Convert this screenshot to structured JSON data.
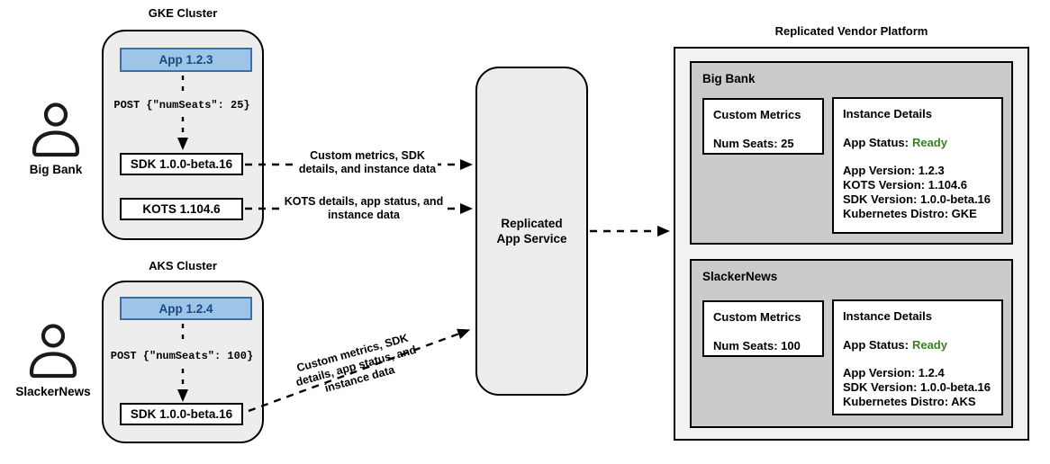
{
  "colors": {
    "app_fill": "#9ec4e7",
    "app_border": "#3a70a8",
    "app_text": "#15497f",
    "cluster_fill": "#ededed",
    "platform_fill": "#f2f2f2",
    "customer_fill": "#cbcbcb",
    "ready_green": "#38811f"
  },
  "gke": {
    "title": "GKE Cluster",
    "app": "App 1.2.3",
    "post": "POST {\"numSeats\": 25}",
    "sdk": "SDK 1.0.0-beta.16",
    "kots": "KOTS 1.104.6",
    "user": "Big Bank"
  },
  "aks": {
    "title": "AKS Cluster",
    "app": "App 1.2.4",
    "post": "POST {\"numSeats\": 100}",
    "sdk": "SDK 1.0.0-beta.16",
    "user": "SlackerNews"
  },
  "service": {
    "lines": [
      "Replicated",
      "App Service"
    ]
  },
  "arrows": {
    "a1": {
      "lines": [
        "Custom metrics, SDK",
        "details, and instance data"
      ]
    },
    "a2": {
      "lines": [
        "KOTS details, app status, and",
        "instance data"
      ]
    },
    "a3": {
      "lines": [
        "Custom metrics, SDK",
        "details, app status, and",
        "instance data"
      ]
    }
  },
  "platform": {
    "title": "Replicated Vendor Platform",
    "customers": [
      {
        "name": "Big Bank",
        "metrics_title": "Custom Metrics",
        "metrics_value": "Num Seats: 25",
        "details_title": "Instance Details",
        "status_label": "App Status:",
        "status_value": "Ready",
        "lines": [
          "App Version: 1.2.3",
          "KOTS Version: 1.104.6",
          "SDK Version: 1.0.0-beta.16",
          "Kubernetes Distro: GKE"
        ]
      },
      {
        "name": "SlackerNews",
        "metrics_title": "Custom Metrics",
        "metrics_value": "Num Seats: 100",
        "details_title": "Instance Details",
        "status_label": "App Status:",
        "status_value": "Ready",
        "lines": [
          "App Version: 1.2.4",
          "SDK Version: 1.0.0-beta.16",
          "Kubernetes Distro: AKS"
        ]
      }
    ]
  }
}
